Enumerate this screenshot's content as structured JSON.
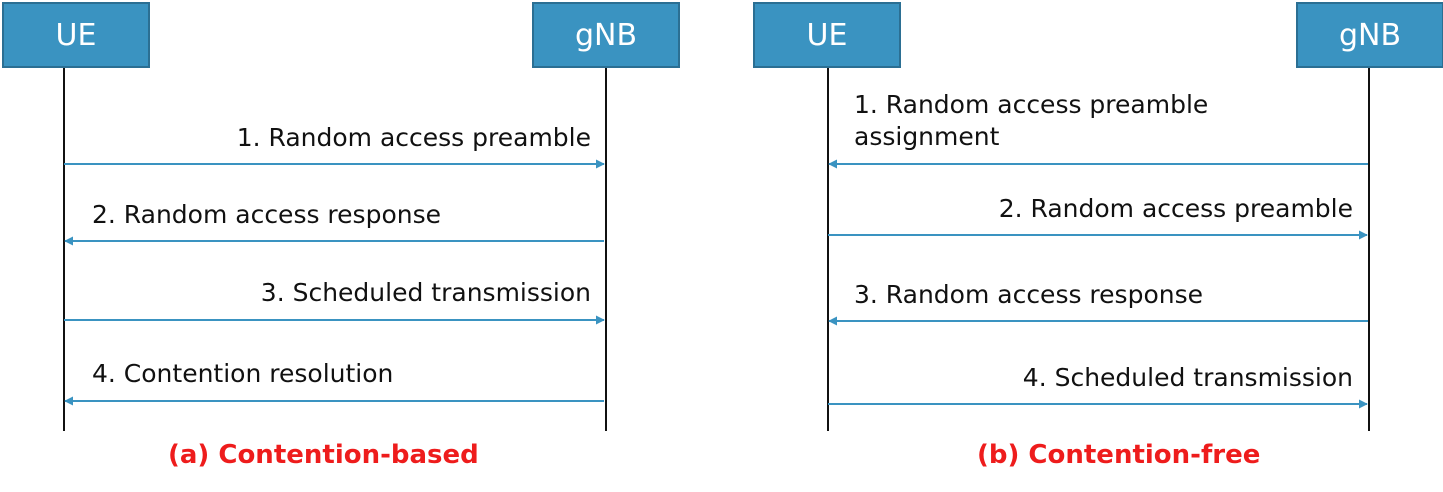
{
  "colors": {
    "box_fill": "#3a93c1",
    "box_border": "#2b6f93",
    "arrow": "#3a93c1",
    "caption": "#ee1c1c",
    "text": "#111111"
  },
  "diagrams": [
    {
      "ue_label": "UE",
      "gnb_label": "gNB",
      "caption": "(a) Contention-based",
      "messages": [
        {
          "label": "1. Random access preamble",
          "direction": "UE-to-gNB"
        },
        {
          "label": "2. Random access response",
          "direction": "gNB-to-UE"
        },
        {
          "label": "3. Scheduled transmission",
          "direction": "UE-to-gNB"
        },
        {
          "label": "4. Contention resolution",
          "direction": "gNB-to-UE"
        }
      ]
    },
    {
      "ue_label": "UE",
      "gnb_label": "gNB",
      "caption": "(b) Contention-free",
      "messages": [
        {
          "label": "1. Random access preamble assignment",
          "direction": "gNB-to-UE"
        },
        {
          "label": "2. Random access preamble",
          "direction": "UE-to-gNB"
        },
        {
          "label": "3. Random access response",
          "direction": "gNB-to-UE"
        },
        {
          "label": "4. Scheduled transmission",
          "direction": "UE-to-gNB"
        }
      ]
    }
  ]
}
